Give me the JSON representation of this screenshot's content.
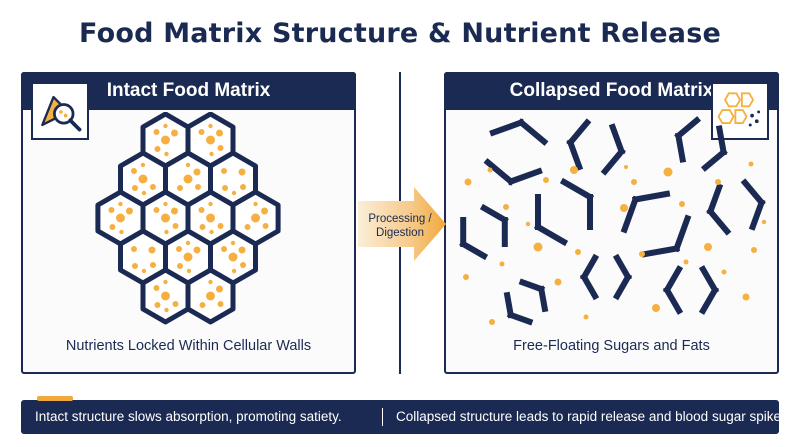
{
  "title": "Food Matrix Structure & Nutrient Release",
  "left_panel": {
    "header": "Intact Food Matrix",
    "caption": "Nutrients Locked Within Cellular Walls",
    "icon": "magnifier-cell-icon"
  },
  "right_panel": {
    "header": "Collapsed Food Matrix",
    "caption": "Free-Floating Sugars and Fats",
    "icon": "broken-hexagon-icon"
  },
  "arrow": {
    "label_line1": "Processing /",
    "label_line2": "Digestion"
  },
  "footer": {
    "left_text": "Intact structure slows absorption, promoting satiety.",
    "right_text": "Collapsed structure leads to rapid release and blood sugar spikes."
  },
  "colors": {
    "navy": "#1b2a52",
    "orange": "#f0a93a",
    "nutrient": "#f5b041"
  }
}
